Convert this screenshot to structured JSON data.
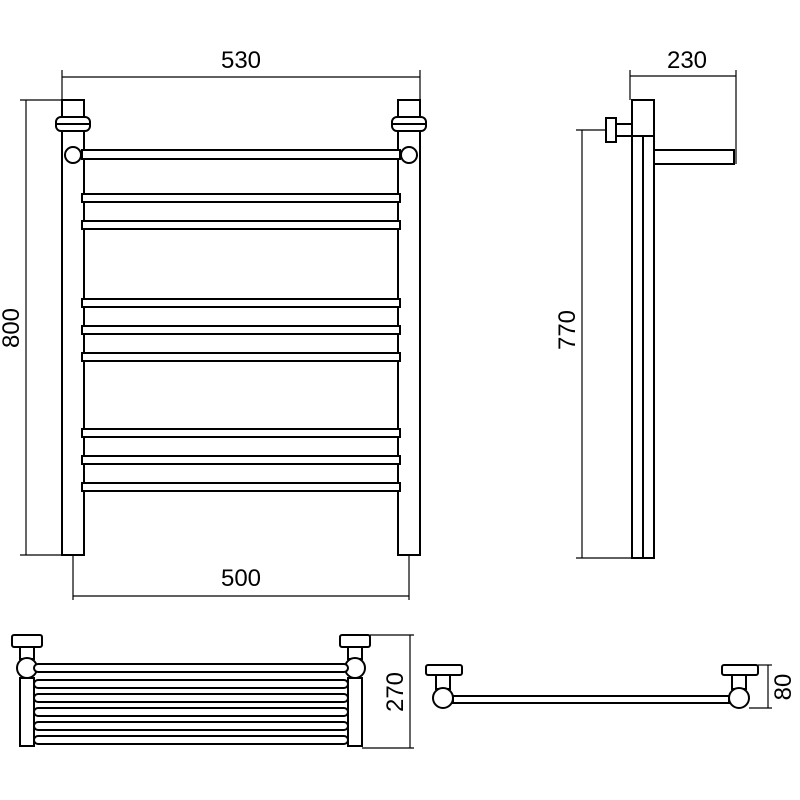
{
  "dimensions": {
    "overall_width": "530",
    "overall_height": "800",
    "mount_center_width": "500",
    "wall_depth": "230",
    "mount_center_height": "770",
    "top_view_depth": "270",
    "bracket_offset": "80"
  },
  "colors": {
    "line": "#000000",
    "background": "#ffffff"
  }
}
